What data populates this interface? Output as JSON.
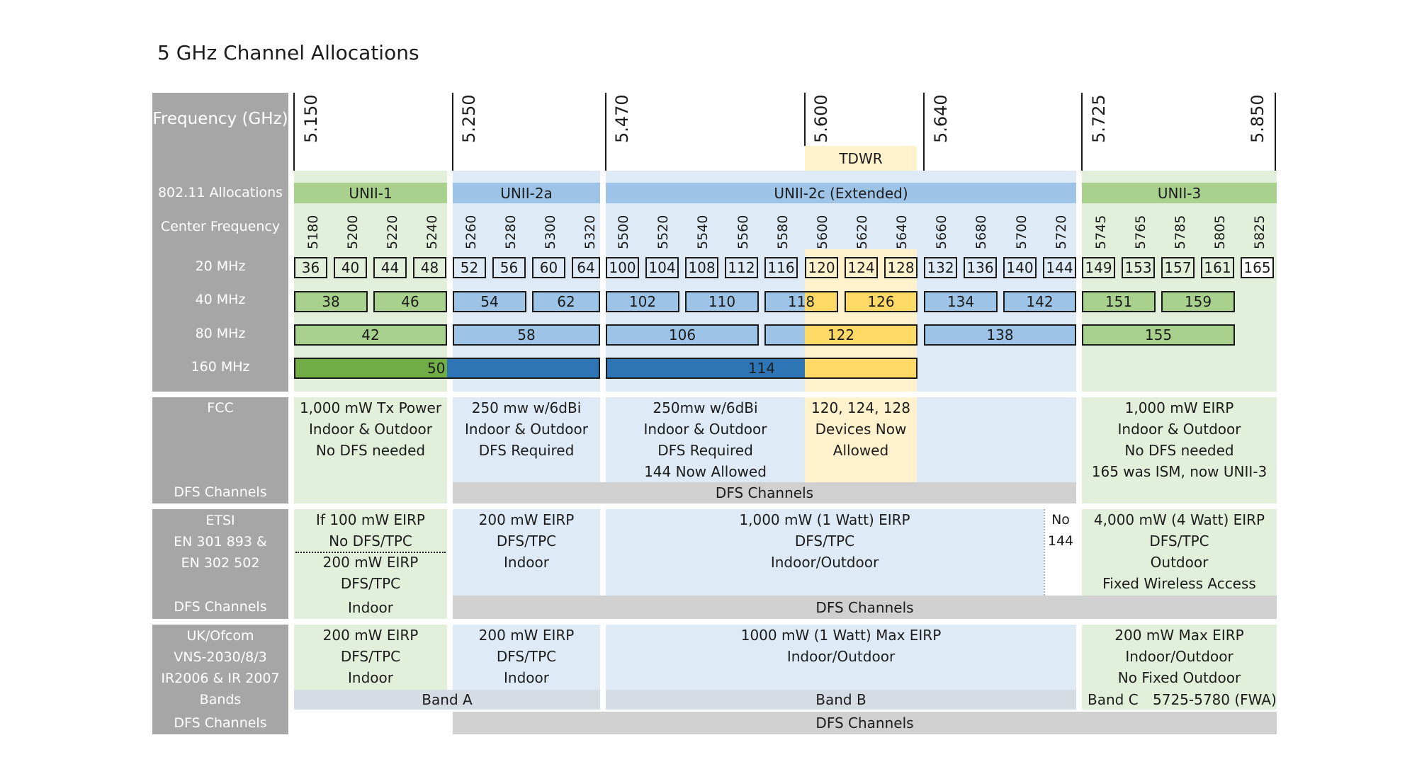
{
  "title": "5 GHz Channel Allocations",
  "row_labels": {
    "frequency": "Frequency (GHz)",
    "allocations": "802.11 Allocations",
    "center": "Center Frequency",
    "mhz20": "20 MHz",
    "mhz40": "40 MHz",
    "mhz80": "80 MHz",
    "mhz160": "160 MHz",
    "fcc": "FCC",
    "fcc_dfs": "DFS Channels",
    "etsi1": "ETSI",
    "etsi2": "EN 301 893 &",
    "etsi3": "EN 302 502",
    "etsi_dfs": "DFS Channels",
    "uk1": "UK/Ofcom",
    "uk2": "VNS-2030/8/3",
    "uk3": "IR2006 & IR 2007",
    "uk_bands": "Bands",
    "uk_dfs": "DFS Channels"
  },
  "frequency_marks": [
    "5.150",
    "5.250",
    "5.470",
    "5.600",
    "5.640",
    "5.725",
    "5.850"
  ],
  "tdwr": "TDWR",
  "allocations": [
    "UNII-1",
    "UNII-2a",
    "UNII-2c (Extended)",
    "UNII-3"
  ],
  "center_frequencies": [
    "5180",
    "5200",
    "5220",
    "5240",
    "5260",
    "5280",
    "5300",
    "5320",
    "5500",
    "5520",
    "5540",
    "5560",
    "5580",
    "5600",
    "5620",
    "5640",
    "5660",
    "5680",
    "5700",
    "5720",
    "5745",
    "5765",
    "5785",
    "5805",
    "5825"
  ],
  "channels_20": [
    "36",
    "40",
    "44",
    "48",
    "52",
    "56",
    "60",
    "64",
    "100",
    "104",
    "108",
    "112",
    "116",
    "120",
    "124",
    "128",
    "132",
    "136",
    "140",
    "144",
    "149",
    "153",
    "157",
    "161",
    "165"
  ],
  "channels_40": [
    "38",
    "46",
    "54",
    "62",
    "102",
    "110",
    "118",
    "126",
    "134",
    "142",
    "151",
    "159"
  ],
  "channels_80": [
    "42",
    "58",
    "106",
    "122",
    "138",
    "155"
  ],
  "channels_160": [
    "50",
    "114"
  ],
  "fcc": {
    "unii1": [
      "1,000 mW Tx Power",
      "Indoor & Outdoor",
      "No DFS needed"
    ],
    "unii2a": [
      "250 mw w/6dBi",
      "Indoor & Outdoor",
      "DFS Required"
    ],
    "unii2c": [
      "250mw w/6dBi",
      "Indoor & Outdoor",
      "DFS Required",
      "144 Now Allowed"
    ],
    "tdwr": [
      "120, 124, 128",
      "Devices Now",
      "Allowed"
    ],
    "unii3": [
      "1,000 mW EIRP",
      "Indoor & Outdoor",
      "No DFS needed",
      "165 was ISM, now UNII-3"
    ],
    "dfs": "DFS Channels"
  },
  "etsi": {
    "unii1_top": [
      "If 100 mW EIRP",
      "No DFS/TPC"
    ],
    "unii1_bottom": [
      "200 mW EIRP",
      "DFS/TPC",
      "Indoor"
    ],
    "unii2a": [
      "200 mW EIRP",
      "DFS/TPC",
      "Indoor"
    ],
    "unii2c": [
      "1,000 mW (1 Watt) EIRP",
      "DFS/TPC",
      "Indoor/Outdoor"
    ],
    "no144": [
      "No",
      "144"
    ],
    "unii3": [
      "4,000 mW (4 Watt) EIRP",
      "DFS/TPC",
      "Outdoor",
      "Fixed Wireless Access"
    ],
    "dfs": "DFS Channels"
  },
  "uk": {
    "unii1": [
      "200 mW EIRP",
      "DFS/TPC",
      "Indoor"
    ],
    "unii2a": [
      "200 mW EIRP",
      "DFS/TPC",
      "Indoor"
    ],
    "unii2c": [
      "1000 mW (1 Watt) Max EIRP",
      "Indoor/Outdoor"
    ],
    "unii3": [
      "200 mW Max EIRP",
      "Indoor/Outdoor",
      "No Fixed Outdoor"
    ],
    "band_a": "Band A",
    "band_b": "Band B",
    "band_c": "Band C",
    "band_c_fwa": "5725-5780 (FWA)",
    "dfs": "DFS Channels"
  },
  "colors": {
    "label_gray": "#a6a6a6",
    "green_light": "#e2efda",
    "green_mid": "#a9d18e",
    "green_strong": "#70ad47",
    "blue_light": "#deebf7",
    "blue_mid": "#9dc3e6",
    "blue_strong": "#2e75b6",
    "yellow_light": "#fff2cc",
    "yellow_mid": "#ffd966",
    "band_gray": "#d0d0d0",
    "band_blue_gray": "#d6dce4"
  }
}
